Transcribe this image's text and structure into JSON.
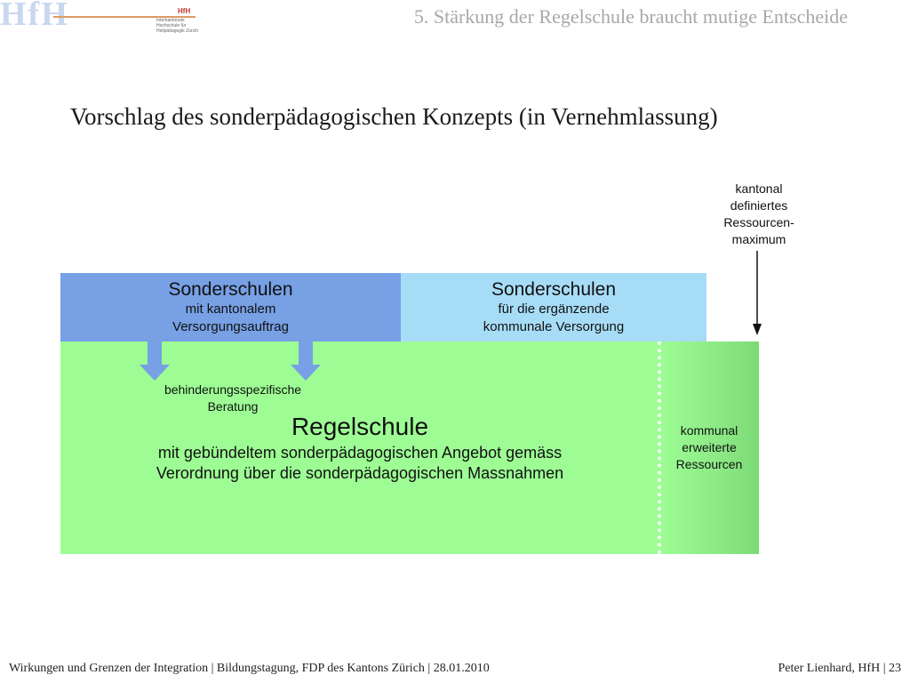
{
  "header": {
    "logo_big": "HfH",
    "logo_small": "HfH",
    "logo_subtext": "Interkantonale Hochschule für Heilpädagogik Zürich",
    "title": "5.  Stärkung der Regelschule braucht mutige Entscheide"
  },
  "main_title": "Vorschlag des sonderpädagogischen Konzepts (in Vernehmlassung)",
  "diagram": {
    "resource_max": [
      "kantonal",
      "definiertes",
      "Ressourcen-",
      "maximum"
    ],
    "special_cantonal": {
      "title": "Sonderschulen",
      "lines": [
        "mit kantonalem",
        "Versorgungsauftrag"
      ]
    },
    "special_communal": {
      "title": "Sonderschulen",
      "lines": [
        "für die ergänzende",
        "kommunale Versorgung"
      ]
    },
    "counseling": [
      "behinderungsspezifische",
      "Beratung"
    ],
    "regelschule": {
      "title": "Regelschule",
      "lines": [
        "mit gebündeltem sonderpädagogischen Angebot gemäss",
        "Verordnung über die sonderpädagogischen Massnahmen"
      ]
    },
    "communal_resources": [
      "kommunal",
      "erweiterte",
      "Ressourcen"
    ],
    "colors": {
      "special_cantonal": "#77a0e5",
      "special_communal": "#a7dcf7",
      "regelschule": "#9dfd94",
      "communal_resources": "#7cdb76",
      "arrow": "#77a0e5"
    }
  },
  "footer": {
    "left": "Wirkungen und Grenzen der Integration  |  Bildungstagung, FDP des Kantons Zürich  |  28.01.2010",
    "right": "Peter Lienhard, HfH  |  23"
  }
}
